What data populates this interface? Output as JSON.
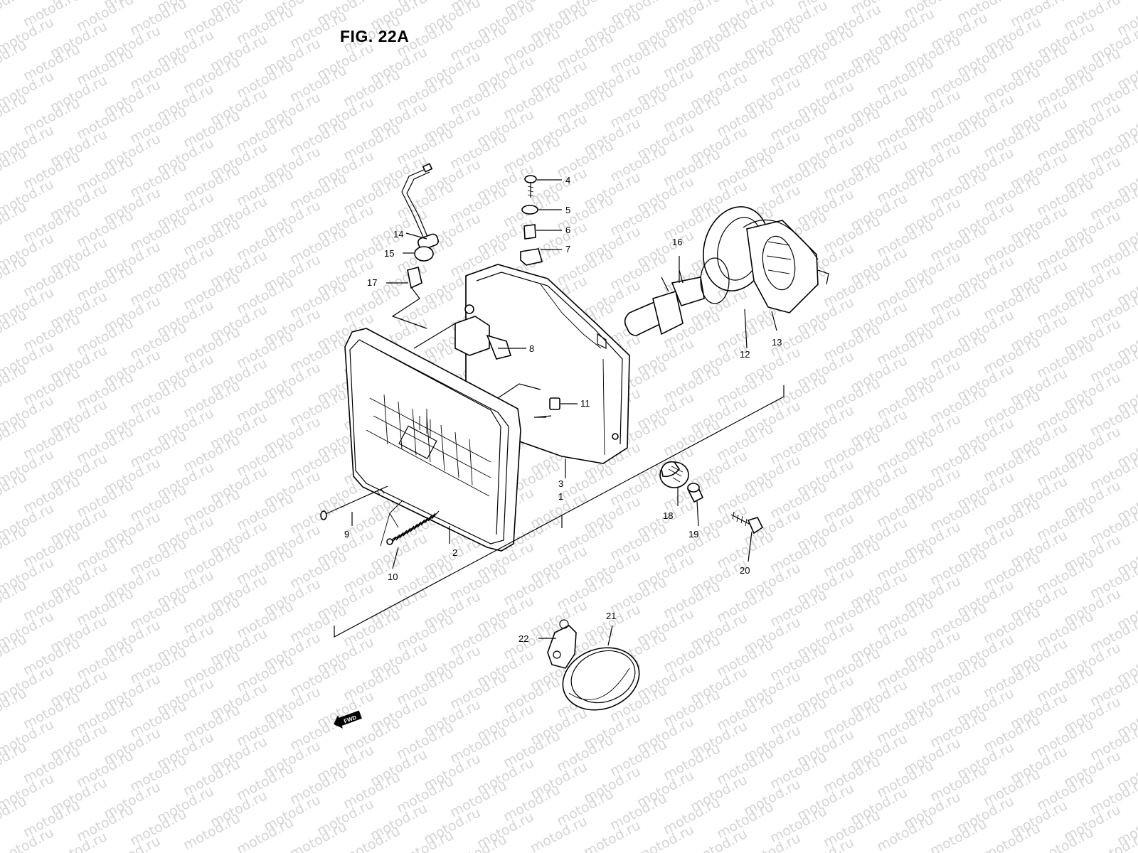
{
  "figure": {
    "title": "FIG. 22A"
  },
  "watermark": {
    "text": "motod.ru"
  },
  "fwd_badge": {
    "text": "FWD"
  },
  "callouts": {
    "c1": "1",
    "c2": "2",
    "c3": "3",
    "c4": "4",
    "c5": "5",
    "c6": "6",
    "c7": "7",
    "c8": "8",
    "c9": "9",
    "c10": "10",
    "c11": "11",
    "c12": "12",
    "c13": "13",
    "c14": "14",
    "c15": "15",
    "c16": "16",
    "c17": "17",
    "c18": "18",
    "c19": "19",
    "c20": "20",
    "c21": "21",
    "c22": "22"
  }
}
